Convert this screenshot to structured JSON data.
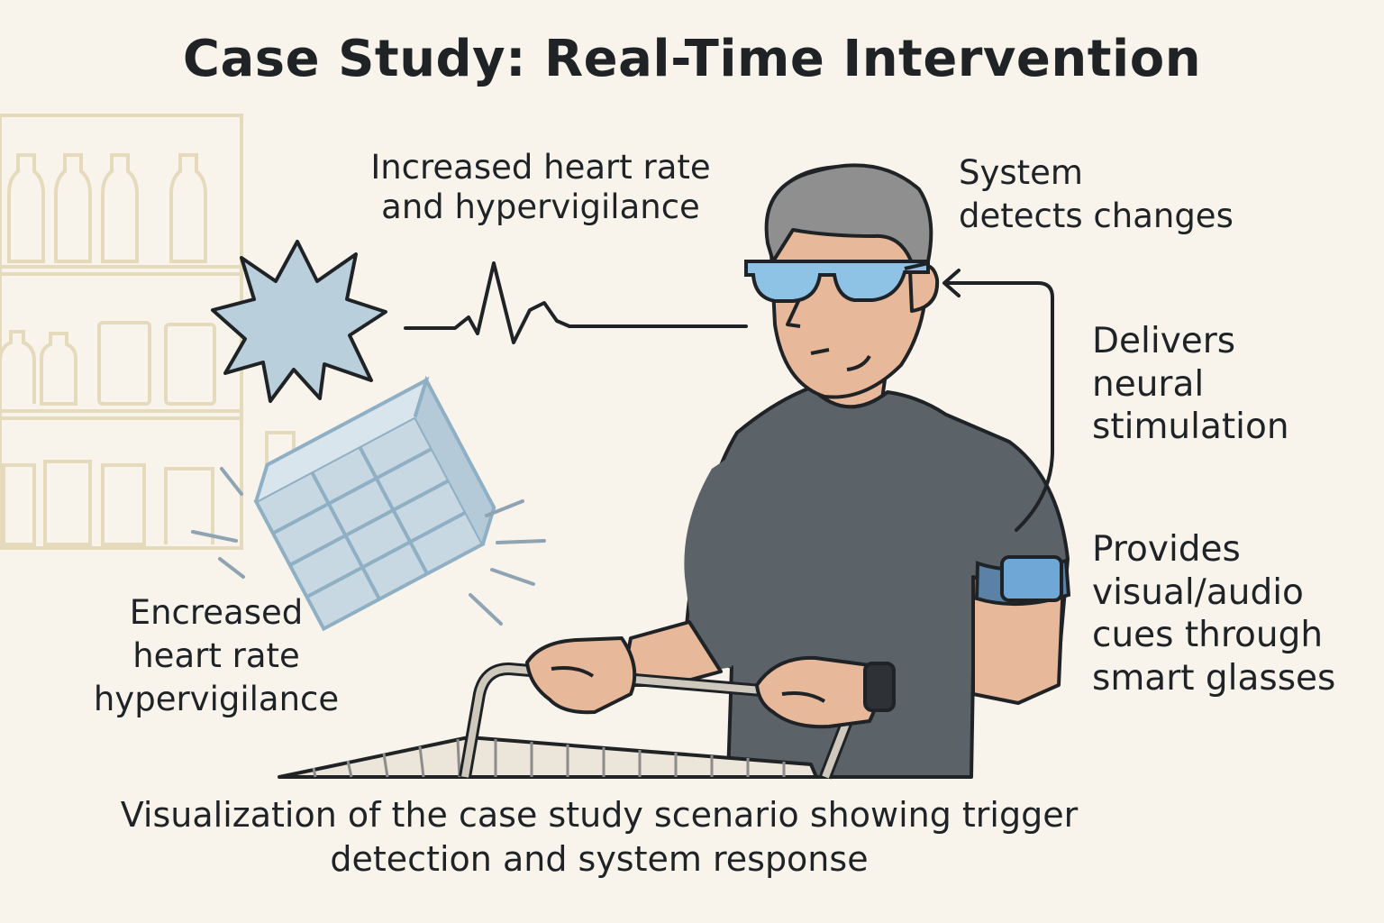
{
  "title": "Case Study: Real-Time Intervention",
  "labels": {
    "trigger_lines": [
      "Increased heart rate",
      "and hypervigilance"
    ],
    "detects_lines": [
      "System",
      "detects changes"
    ],
    "stimulation_lines": [
      "Delivers",
      "neural",
      "stimulation"
    ],
    "cues_lines": [
      "Provides",
      "visual/audio",
      "cues through",
      "smart glasses"
    ],
    "encreased_lines": [
      "Encreased",
      "heart rate",
      "hypervigilance"
    ]
  },
  "caption_lines": [
    "Visualization of the case study scenario showing trigger",
    "detection and system response"
  ],
  "icons": {
    "burst": "starburst-icon",
    "falling_box": "falling-crate-icon",
    "heartbeat": "heartbeat-line-icon",
    "glasses": "smart-glasses-icon",
    "armband": "armband-device-icon",
    "watch": "wristwatch-icon",
    "cart": "shopping-cart-icon",
    "arrow": "feedback-arrow-icon"
  },
  "colors": {
    "background": "#f8f4ec",
    "shelf": "#e8dcc0",
    "shirt": "#5b6268",
    "skin": "#e8b89a",
    "hair": "#8f8f8f",
    "accent_blue": "#b9cfdc",
    "device_blue": "#6fa8d6",
    "outline": "#1f2326"
  }
}
